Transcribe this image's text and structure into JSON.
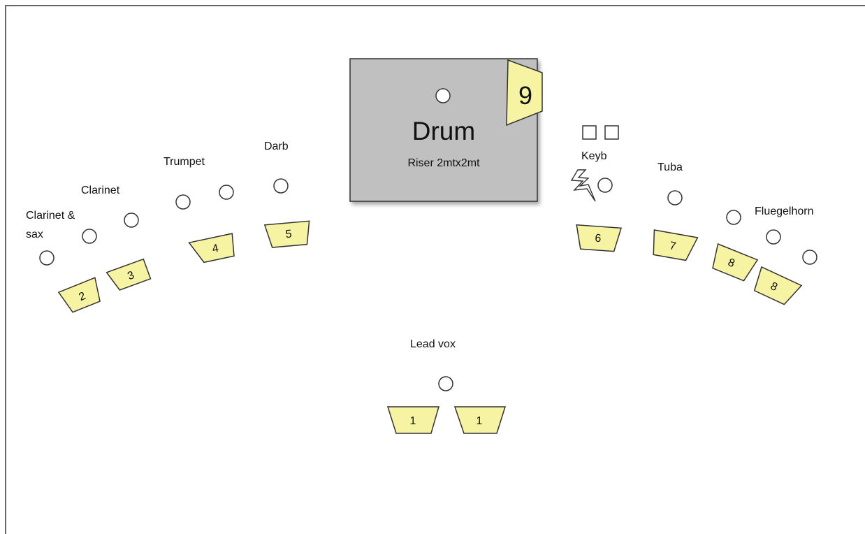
{
  "drum_riser": {
    "title": "Drum",
    "subtitle": "Riser 2mtx2mt",
    "monitor_number": "9",
    "fill_color": "#c0c0c0"
  },
  "monitor_color": "#f6f3a3",
  "performers": [
    {
      "label_line1": "Clarinet &",
      "label_line2": "sax"
    },
    {
      "label_line1": "Clarinet",
      "label_line2": ""
    },
    {
      "label_line1": "Trumpet",
      "label_line2": ""
    },
    {
      "label_line1": "Darb",
      "label_line2": ""
    },
    {
      "label_line1": "Keyb",
      "label_line2": ""
    },
    {
      "label_line1": "Tuba",
      "label_line2": ""
    },
    {
      "label_line1": "Fluegelhorn",
      "label_line2": ""
    },
    {
      "label_line1": "Lead vox",
      "label_line2": ""
    }
  ],
  "monitors": [
    "1",
    "1",
    "2",
    "3",
    "4",
    "5",
    "6",
    "7",
    "8",
    "8"
  ],
  "icons": [
    "mic-stand-icon",
    "monitor-wedge-icon",
    "power-outlet-icon",
    "keyboard-stand-icon"
  ]
}
